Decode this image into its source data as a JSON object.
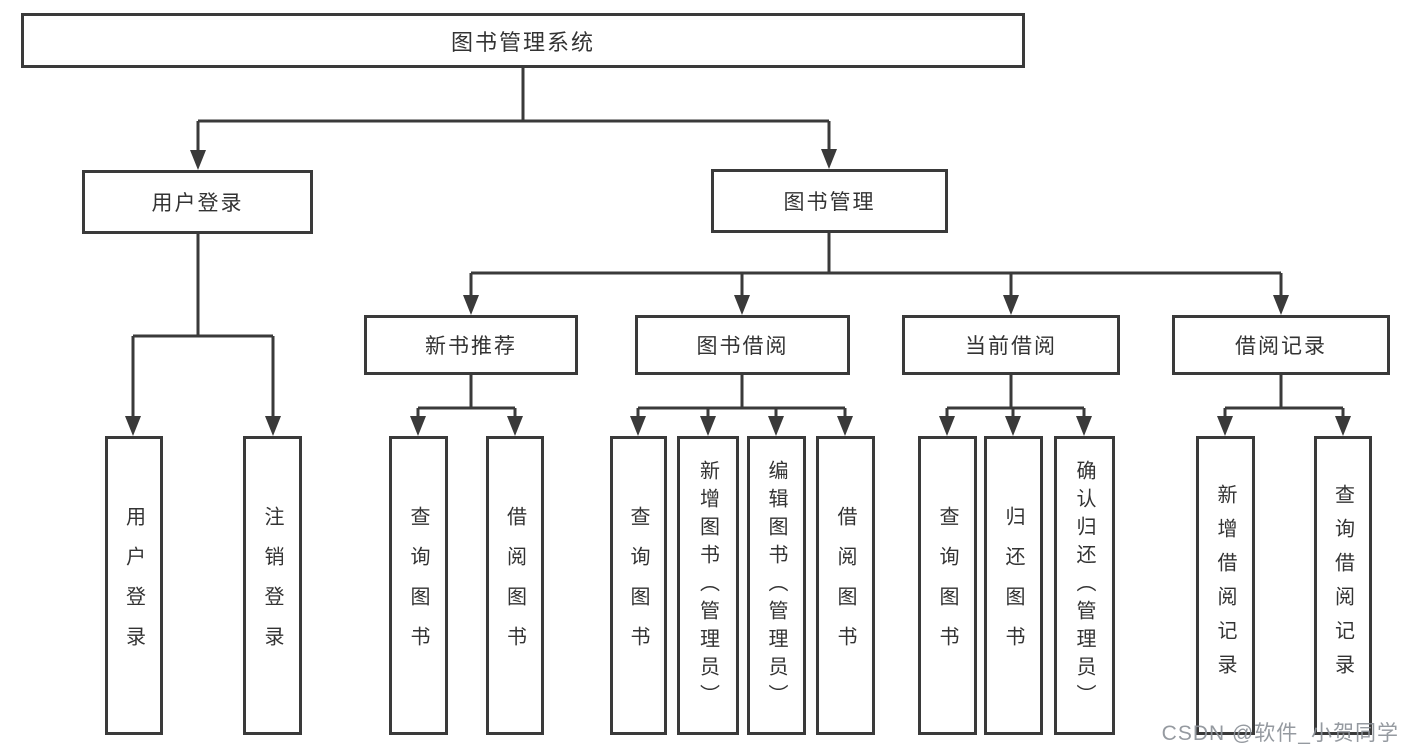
{
  "diagram": {
    "root": {
      "label": "图书管理系统"
    },
    "branches": [
      {
        "label": "用户登录",
        "children": [
          {
            "label": "用户登录"
          },
          {
            "label": "注销登录"
          }
        ]
      },
      {
        "label": "图书管理",
        "children": [
          {
            "label": "新书推荐",
            "children": [
              {
                "label": "查询图书"
              },
              {
                "label": "借阅图书"
              }
            ]
          },
          {
            "label": "图书借阅",
            "children": [
              {
                "label": "查询图书"
              },
              {
                "label": "新增图书（管理员）"
              },
              {
                "label": "编辑图书（管理员）"
              },
              {
                "label": "借阅图书"
              }
            ]
          },
          {
            "label": "当前借阅",
            "children": [
              {
                "label": "查询图书"
              },
              {
                "label": "归还图书"
              },
              {
                "label": "确认归还（管理员）"
              }
            ]
          },
          {
            "label": "借阅记录",
            "children": [
              {
                "label": "新增借阅记录"
              },
              {
                "label": "查询借阅记录"
              }
            ]
          }
        ]
      }
    ]
  },
  "watermark": {
    "text": "CSDN @软件_小贺同学"
  },
  "colors": {
    "line": "#3a3a3a",
    "text": "#333333",
    "watermark": "#8d9299",
    "background": "#ffffff"
  }
}
